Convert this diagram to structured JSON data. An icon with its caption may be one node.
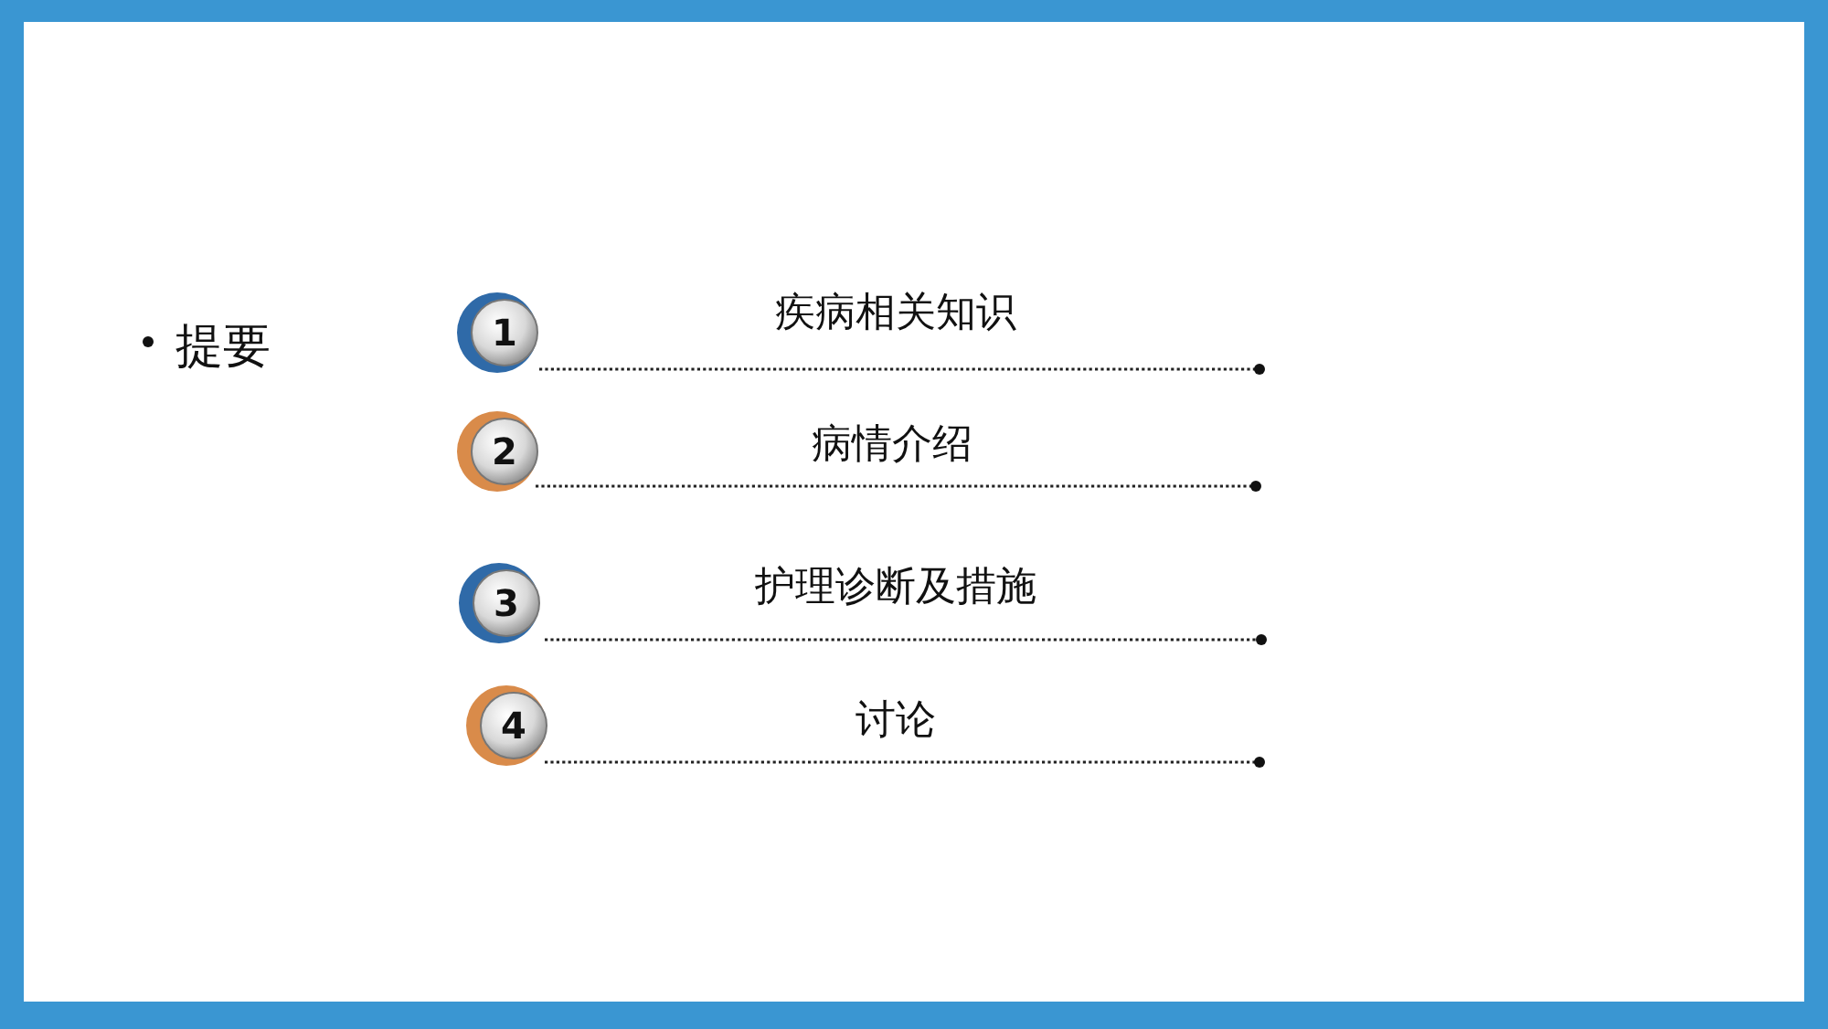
{
  "diagram": {
    "nodes": [
      {
        "text": [
          "1"
        ]
      },
      {
        "text": [
          "2"
        ]
      },
      {
        "text": [
          "3"
        ]
      },
      {
        "text": [
          "4"
        ]
      }
    ],
    "labels": [
      "提要",
      "疾病相关知识",
      "病情介绍",
      "护理诊断及措施",
      "讨论"
    ]
  }
}
